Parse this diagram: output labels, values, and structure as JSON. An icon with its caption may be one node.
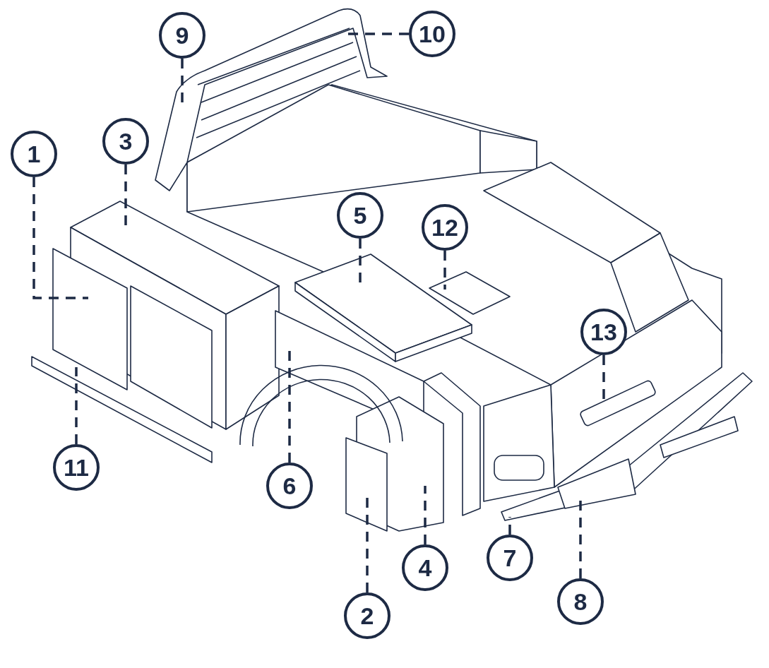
{
  "diagram": {
    "nodes": [
      {
        "text": [
          "10"
        ]
      },
      {
        "text": [
          "9"
        ]
      },
      {
        "text": [
          "3"
        ]
      },
      {
        "text": [
          "1"
        ]
      },
      {
        "text": [
          "5"
        ]
      },
      {
        "text": [
          "12"
        ]
      },
      {
        "text": [
          "13"
        ]
      },
      {
        "text": [
          "11"
        ]
      },
      {
        "text": [
          "6"
        ]
      },
      {
        "text": [
          "7"
        ]
      },
      {
        "text": [
          "4"
        ]
      },
      {
        "text": [
          "8"
        ]
      },
      {
        "text": [
          "2"
        ]
      }
    ],
    "edges": [
      {
        "from": 0,
        "to": null,
        "arrow": "none",
        "style": "dashed"
      },
      {
        "from": 1,
        "to": null,
        "arrow": "none",
        "style": "dashed"
      },
      {
        "from": 2,
        "to": null,
        "arrow": "none",
        "style": "dashed"
      },
      {
        "from": 3,
        "to": null,
        "arrow": "none",
        "style": "dashed"
      },
      {
        "from": 4,
        "to": null,
        "arrow": "none",
        "style": "dashed"
      },
      {
        "from": 5,
        "to": null,
        "arrow": "none",
        "style": "dashed"
      },
      {
        "from": 6,
        "to": null,
        "arrow": "none",
        "style": "dashed"
      },
      {
        "from": 7,
        "to": null,
        "arrow": "none",
        "style": "dashed"
      },
      {
        "from": 8,
        "to": null,
        "arrow": "none",
        "style": "dashed"
      },
      {
        "from": 9,
        "to": null,
        "arrow": "none",
        "style": "dashed"
      },
      {
        "from": 10,
        "to": null,
        "arrow": "none",
        "style": "dashed"
      },
      {
        "from": 11,
        "to": null,
        "arrow": "none",
        "style": "dashed"
      },
      {
        "from": 12,
        "to": null,
        "arrow": "none",
        "style": "dashed"
      }
    ]
  }
}
